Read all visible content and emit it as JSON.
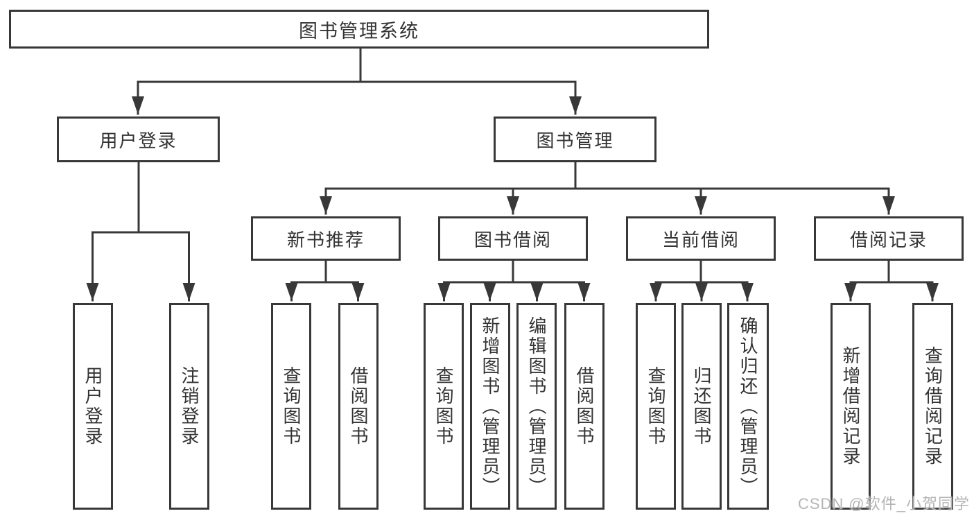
{
  "diagram": {
    "root": {
      "label": "图书管理系统"
    },
    "branches": [
      {
        "label": "用户登录",
        "children": [
          {
            "label": "用户登录"
          },
          {
            "label": "注销登录"
          }
        ]
      },
      {
        "label": "图书管理",
        "groups": [
          {
            "label": "新书推荐",
            "children": [
              {
                "label": "查询图书"
              },
              {
                "label": "借阅图书"
              }
            ]
          },
          {
            "label": "图书借阅",
            "children": [
              {
                "label": "查询图书"
              },
              {
                "label": "新增图书（管理员）"
              },
              {
                "label": "编辑图书（管理员）"
              },
              {
                "label": "借阅图书"
              }
            ]
          },
          {
            "label": "当前借阅",
            "children": [
              {
                "label": "查询图书"
              },
              {
                "label": "归还图书"
              },
              {
                "label": "确认归还（管理员）"
              }
            ]
          },
          {
            "label": "借阅记录",
            "children": [
              {
                "label": "新增借阅记录"
              },
              {
                "label": "查询借阅记录"
              }
            ]
          }
        ]
      }
    ]
  },
  "watermark": {
    "text": "CSDN @软件_小贺同学"
  },
  "colors": {
    "line": "#383838",
    "text": "#333333",
    "background": "#ffffff",
    "watermark": "#b5b5b5"
  }
}
